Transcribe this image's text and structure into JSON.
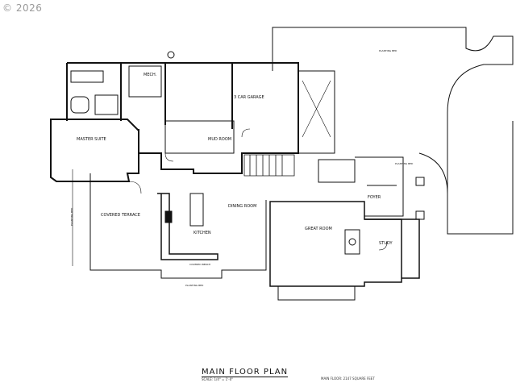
{
  "watermark": "© 2026",
  "title": "MAIN FLOOR PLAN",
  "scale_note": "SCALE: 1/4\" = 1'-0\"",
  "area_note": "MAIN FLOOR: 2147 SQUARE FEET",
  "rooms": {
    "master_suite": "MASTER SUITE",
    "mech": "MECH.",
    "garage": "3 CAR GARAGE",
    "mud_room": "MUD ROOM",
    "covered_terrace": "COVERED TERRACE",
    "kitchen": "KITCHEN",
    "dining_room": "DINING ROOM",
    "great_room": "GREAT ROOM",
    "foyer": "FOYER",
    "study": "STUDY"
  },
  "annotations": {
    "planting_bed_top": "PLANTING BED",
    "planting_bed_right": "PLANTING BED",
    "planting_bed_bottom": "PLANTING BED",
    "planting_bed_left": "PLANTING BED",
    "covered_bench": "COVERED BENCH"
  },
  "colors": {
    "line": "#111111",
    "fill": "#ffffff",
    "watermark": "#9a9a9a"
  }
}
